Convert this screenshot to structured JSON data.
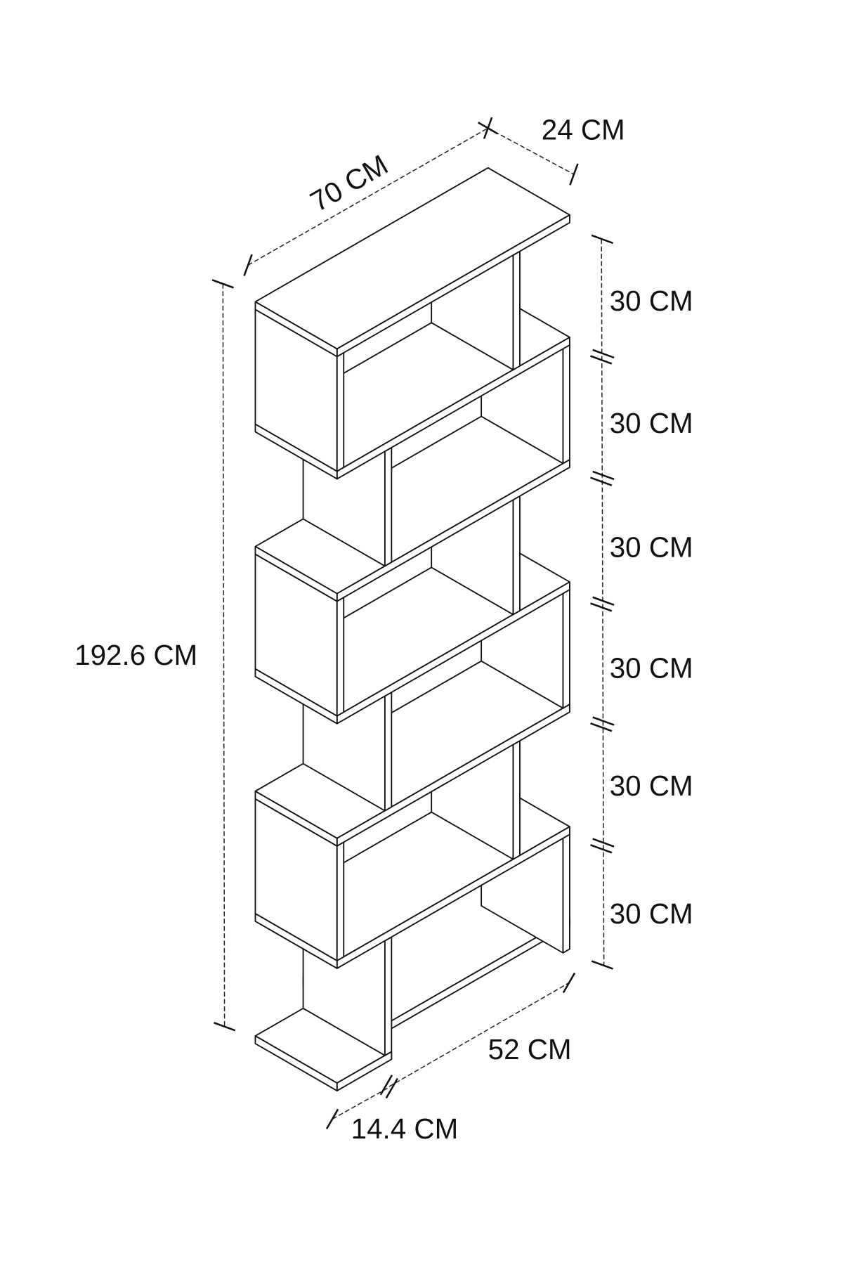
{
  "title": "Bookshelf dimension drawing",
  "colors": {
    "line": "#111111",
    "background": "#ffffff"
  },
  "dimensions": {
    "width": "70 CM",
    "depth": "24 CM",
    "total_height": "192.6 CM",
    "compartments": [
      "30 CM",
      "30 CM",
      "30 CM",
      "30 CM",
      "30 CM",
      "30 CM"
    ],
    "bottom_right": "52 CM",
    "bottom_left": "14.4 CM"
  }
}
